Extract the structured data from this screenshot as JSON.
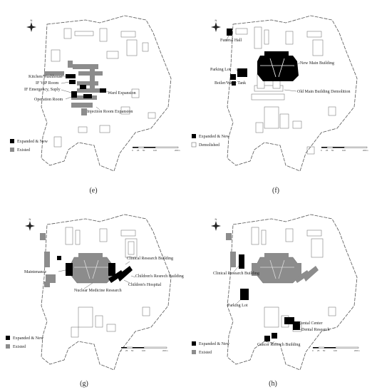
{
  "colors": {
    "new": "#000000",
    "existed": "#8c8c8c",
    "demolished": "#ffffff",
    "outline": "#555555"
  },
  "legend": {
    "new_label": "Expanded & New",
    "existed_label": "Existed",
    "demolished_label": "Demolished"
  },
  "scale_ticks": [
    "0",
    "25",
    "50",
    "100",
    "200m"
  ],
  "icons": {
    "north_arrow": "compass-rose-icon"
  },
  "panels": [
    {
      "id": "e",
      "caption": "(e)",
      "labels": [
        "Kitchen/Washhouse",
        "IF VIP Room",
        "IF Emergency, Suply",
        "Operation Room",
        "Ward Expansion",
        "Injection Room Expansion"
      ]
    },
    {
      "id": "f",
      "caption": "(f)",
      "labels": [
        "Funeral Hall",
        "Parking Lot",
        "New Main Building",
        "Boiler/Water Tank",
        "Old Main Building Demolition"
      ]
    },
    {
      "id": "g",
      "caption": "(g)",
      "labels": [
        "Maintenance",
        "Clinical Research Building",
        "Children's Resrech Building",
        "Children's Hospital",
        "Nuclear Medicine Research"
      ]
    },
    {
      "id": "h",
      "caption": "(h)",
      "labels": [
        "Clinical Research Building",
        "Parking Lot",
        "Dental Center",
        "Dental Research",
        "Cancer Resrech Building"
      ]
    }
  ]
}
